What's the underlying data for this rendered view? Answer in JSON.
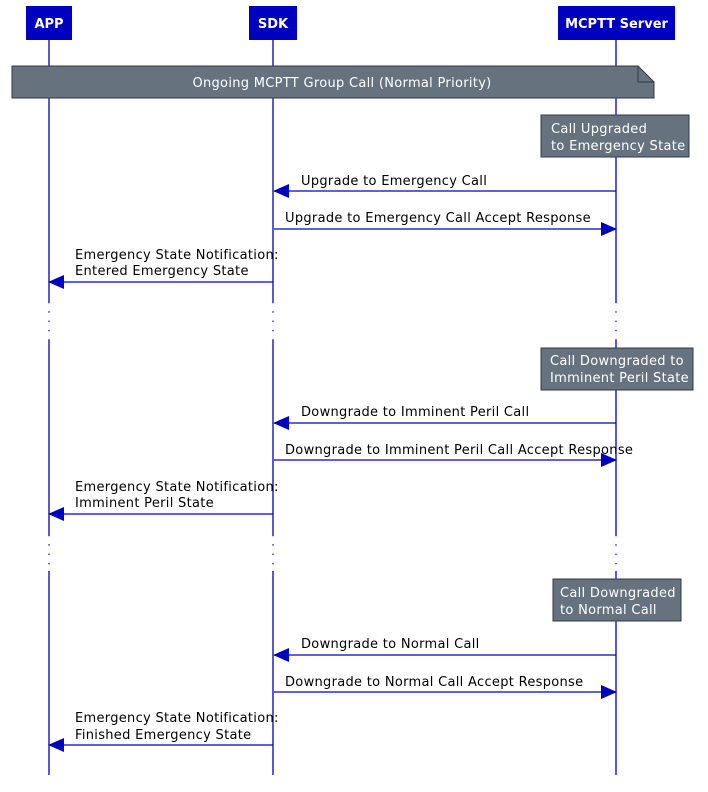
{
  "colors": {
    "participant_fill": "#0000c0",
    "lifeline": "#0000c0",
    "arrow": "#0000c0",
    "note_fill": "#66737e",
    "note_border": "#2f3a44"
  },
  "participants": {
    "app": "APP",
    "sdk": "SDK",
    "server": "MCPTT Server"
  },
  "banner": "Ongoing MCPTT Group Call (Normal Priority)",
  "sections": [
    {
      "note": [
        "Call Upgraded",
        "to Emergency State"
      ],
      "messages": [
        {
          "label": "Upgrade to Emergency Call",
          "from": "server",
          "to": "sdk"
        },
        {
          "label": "Upgrade to Emergency Call Accept Response",
          "from": "sdk",
          "to": "server"
        },
        {
          "label": [
            "Emergency State Notification:",
            "Entered Emergency State"
          ],
          "from": "sdk",
          "to": "app"
        }
      ]
    },
    {
      "note": [
        "Call Downgraded to",
        "Imminent Peril State"
      ],
      "messages": [
        {
          "label": "Downgrade to Imminent Peril Call",
          "from": "server",
          "to": "sdk"
        },
        {
          "label": "Downgrade to Imminent Peril Call Accept Response",
          "from": "sdk",
          "to": "server"
        },
        {
          "label": [
            "Emergency State Notification:",
            "Imminent Peril State"
          ],
          "from": "sdk",
          "to": "app"
        }
      ]
    },
    {
      "note": [
        "Call Downgraded",
        "to Normal Call"
      ],
      "messages": [
        {
          "label": "Downgrade to Normal Call",
          "from": "server",
          "to": "sdk"
        },
        {
          "label": "Downgrade to Normal Call Accept Response",
          "from": "sdk",
          "to": "server"
        },
        {
          "label": [
            "Emergency State Notification:",
            "Finished Emergency State"
          ],
          "from": "sdk",
          "to": "app"
        }
      ]
    }
  ]
}
